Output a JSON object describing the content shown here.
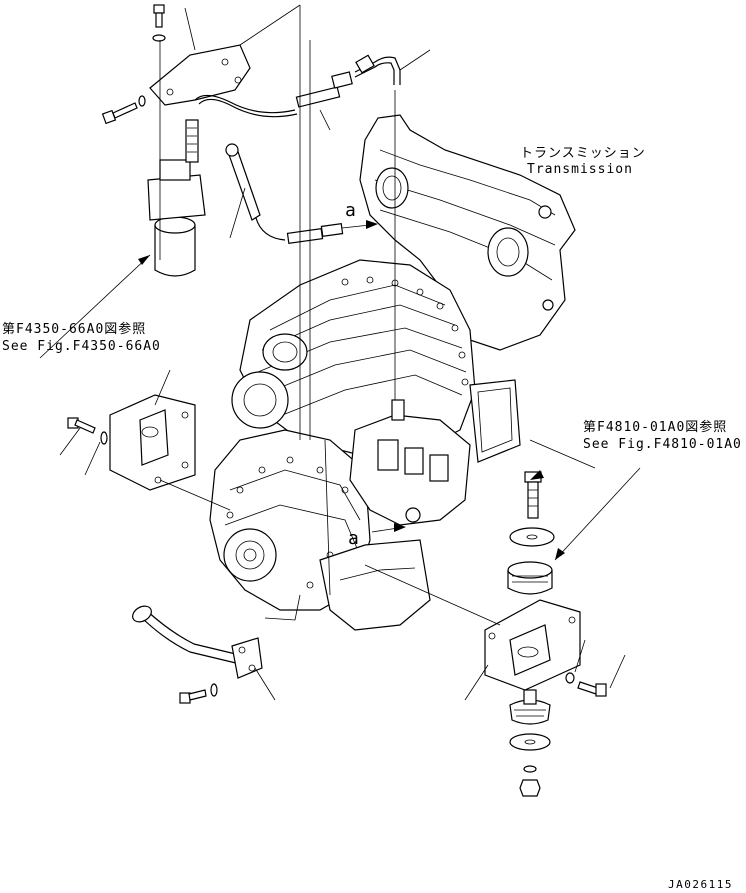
{
  "labels": {
    "transmission_jp": "トランスミッション",
    "transmission_en": "Transmission",
    "ref1_jp": "第F4350-66A0図参照",
    "ref1_en": "See Fig.F4350-66A0",
    "ref2_jp": "第F4810-01A0図参照",
    "ref2_en": "See Fig.F4810-01A0",
    "callout_a_top": "a",
    "callout_a_bottom": "a",
    "drawing_id": "JA026115"
  }
}
